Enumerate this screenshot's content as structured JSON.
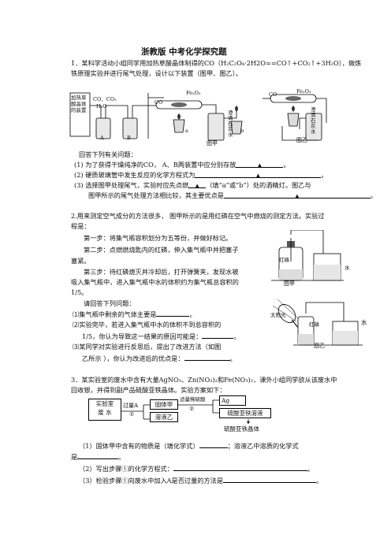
{
  "title": "浙教版 中考化学探究题",
  "q1": {
    "intro1": "1．某科学活动小组同学用加热草酸晶体制得的CO（H₂C₂O₄·2H2O==CO↑+CO₂↑+3H₂O），做炼",
    "intro2": "铁原理实验并进行尾气处理，设计以下装置（图甲、图乙）。",
    "fig_labels": {
      "heat_box": "加热草酸晶体的装置",
      "co_co2": "CO、CO₂",
      "h2o": "H₂O",
      "co": "CO",
      "fe2o3": "Fe₂O₃",
      "limewater": "澄清石灰水",
      "a": "A",
      "b": "B",
      "fig_jia": "图甲",
      "fig_yi": "图乙",
      "fe2o3_2": "Fe₂O₃",
      "co_2": "CO",
      "limewater_2": "澄清石灰水",
      "pa": "a",
      "pb": "b"
    },
    "answer_intro": "回答下列有关问题：",
    "s1a": "(1) 为了获得干燥纯净的CO，  A、B两装置中应分别存放",
    "s1b": "。",
    "s2a": "(2) 硬质玻璃管中发生反应的化学方程式为",
    "s2b": "。",
    "s3a": "(3) 选择图甲处理尾气，实验时应先点燃",
    "s3b": "（填“a”或“b”）处的酒精灯。图乙与",
    "s3c": "图甲所示的尾气处理方法相比较，其主要优点是",
    "s3d": "。",
    "marker": "▲"
  },
  "q2": {
    "l1": "2.用来测定空气成分的方法很多，  图甲所示的是用红磷在空气中燃烧的测定方法。实验过",
    "l2": "程是：",
    "l3": "第一步：将集气瓶容积划分为五等份，并做好标记。",
    "l4": "第二步：点燃燃烧匙内的红磷，伸入集气瓶中并把塞子",
    "l5": "塞紧。",
    "l6": "第三步：待红磷熄灭并冷却后，打开弹簧夹，发现水被",
    "l7": "吸入集气瓶中，进入集气瓶中水的体积约为集气瓶总容积的",
    "l8": "1/5。",
    "l9": "请回答下列问题：",
    "l10a": "⑴集气瓶中剩余的气体主要是",
    "l10b": "。",
    "l11": "⑵实验完毕，若进入集气瓶中水的体积不到总容积的",
    "l12a": "1/5，你认为导致这一结果的原因可能是：",
    "l12b": "。",
    "l13": "⑶某同学对实验进行反思后，提出了改进方法（如图",
    "l14a": "乙所示 ），你认为改进后的优点是：",
    "l14b": "。",
    "fig": {
      "red_p": "红磷",
      "water": "水",
      "fig_jia": "图甲",
      "sun": "太阳光",
      "red_p2": "红磷",
      "water2": "水",
      "fig_yi": "图乙"
    }
  },
  "q3": {
    "l1": "3．某实验室的废水中含有大量AgNO₃、Zn(NO₃)₂和Fe(NO₃)₂，课外小组同学欲从该废水中",
    "l2": "回收银，并得到副产品硫酸亚铁晶体。实验方案如下：",
    "flow": {
      "waste1": "实验室",
      "waste2": "废  水",
      "excess_a": "过量A",
      "step1": "①",
      "solid_a": "固体甲",
      "solution_b": "溶液乙",
      "acid": "适量稀硫酸",
      "step2": "②",
      "ag": "Ag",
      "feso4_sol": "硫酸亚铁溶液",
      "crystal": "硫酸亚铁晶体"
    },
    "p1a": "（1）固体甲中含有的物质是（填化学式）",
    "p1b": "；溶液乙中溶质的化学式",
    "p1c": "是",
    "p1d": "。",
    "p2a": "（2）写出步骤①的化学方程式：",
    "p2b": "。",
    "p3a": "（3）检验步骤①向废水中加入A是否过量的方法是",
    "p3b": "。"
  }
}
